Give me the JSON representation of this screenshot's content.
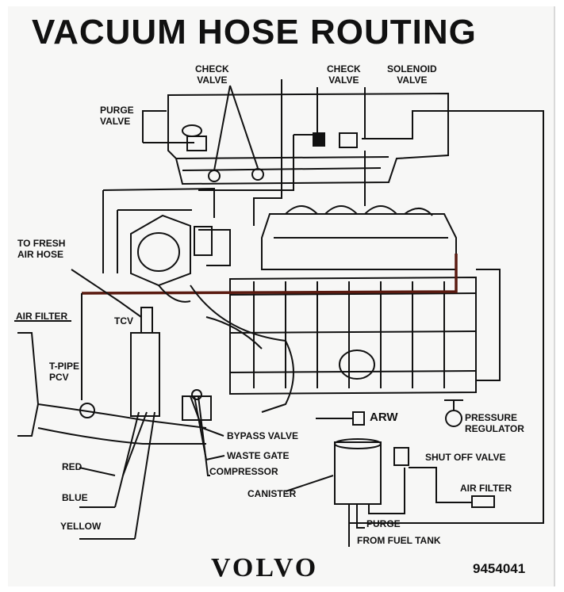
{
  "title": "VACUUM HOSE ROUTING",
  "brand": "VOLVO",
  "part_number": "9454041",
  "labels": {
    "check_valve_left": "CHECK\nVALVE",
    "check_valve_right": "CHECK\nVALVE",
    "solenoid_valve": "SOLENOID\nVALVE",
    "purge_valve": "PURGE\nVALVE",
    "to_fresh_air_hose": "TO FRESH\nAIR HOSE",
    "air_filter_left": "AIR FILTER",
    "tcv": "TCV",
    "t_pipe_pcv": "T-PIPE\nPCV",
    "arw": "ARW",
    "pressure_regulator": "PRESSURE\nREGULATOR",
    "bypass_valve": "BYPASS VALVE",
    "waste_gate": "WASTE GATE",
    "compressor": "COMPRESSOR",
    "shut_off_valve": "SHUT OFF VALVE",
    "red": "RED",
    "blue": "BLUE",
    "yellow": "YELLOW",
    "canister": "CANISTER",
    "air_filter_right": "AIR FILTER",
    "purge": "PURGE",
    "from_fuel_tank": "FROM FUEL TANK"
  },
  "colors": {
    "ink": "#111111",
    "main_hose": "#5a1a10",
    "paper": "#f7f7f6"
  }
}
